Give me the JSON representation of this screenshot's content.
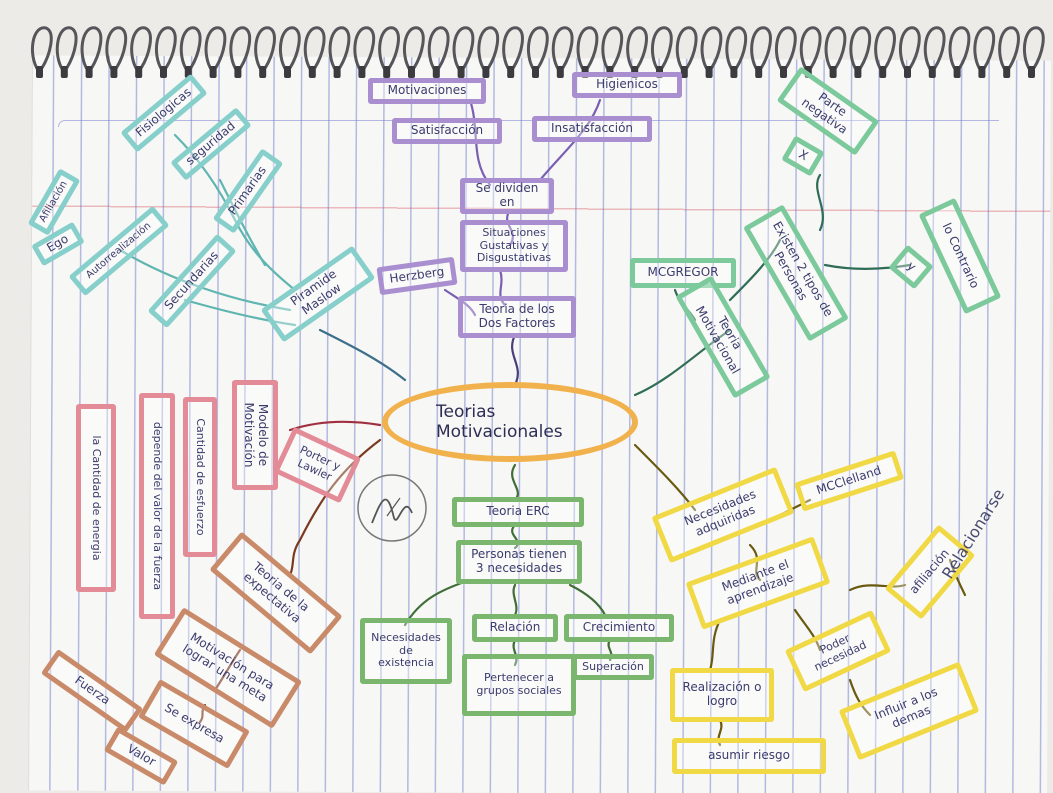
{
  "map": {
    "center": {
      "line1": "Teorias",
      "line2": "Motivacionales"
    },
    "herzberg": {
      "motivaciones": "Motivaciones",
      "higienicos": "Higienicos",
      "satisfaccion": "Satisfacción",
      "insatisfaccion": "Insatisfacción",
      "se_dividen": "Se dividen en",
      "situaciones": "Situaciones Gustativas y Disgustativas",
      "herzberg": "Herzberg",
      "teoria_dos": "Teoria de los Dos Factores"
    },
    "maslow": {
      "fisiologicas": "Fisiologicas",
      "seguridad": "seguridad",
      "afiliacion": "Afiliación",
      "ego": "Ego",
      "autorrealizacion": "Autorrealización",
      "primarias": "Primarias",
      "secundarias": "Secundarias",
      "piramide": "Piramide Maslow"
    },
    "mcgregor": {
      "parte_negativa": "Parte negativa",
      "x": "X",
      "lo_contrario": "lo Contrario",
      "y": "y",
      "mcgregor": "MCGREGOR",
      "teoria_motivacional": "Teoria Motivacional",
      "existen": "Existen 2 tipos de Personas"
    },
    "porter": {
      "energia": "la Cantidad de energia",
      "depende": "depende del valor de la fuerza",
      "esfuerzo": "Cantidad de esfuerzo",
      "modelo": "Modelo de Motivación",
      "porter": "Porter y Lawler"
    },
    "expectativa": {
      "teoria": "Teoria de la expectativa",
      "motivacion": "Motivación para lograr una meta",
      "se_expresa": "Se expresa",
      "fuerza": "Fuerza",
      "valor": "Valor"
    },
    "erc": {
      "teoria": "Teoria ERC",
      "personas": "Personas tienen 3 necesidades",
      "existencia": "Necesidades de existencia",
      "relacion": "Relación",
      "crecimiento": "Crecimiento",
      "pertenecer": "Pertenecer a grupos sociales",
      "superacion": "Superación"
    },
    "mcclelland": {
      "adquiridas": "Necesidades adquiridas",
      "mcclelland": "MCClelland",
      "aprendizaje": "Mediante el aprendizaje",
      "afiliacion": "afiliación",
      "relacionarse": "Relacionarse",
      "poder": "Poder necesidad",
      "realizacion": "Realización o logro",
      "riesgo": "asumir riesgo",
      "influir": "Influir a los demas"
    }
  },
  "colors": {
    "herzberg": "#a98fd0",
    "maslow": "#86cfcb",
    "mcgregor": "#7cc99c",
    "porter": "#e38c98",
    "expectativa": "#c98a6a",
    "erc": "#7bb66f",
    "mcclelland": "#f0d945",
    "center": "#f1b24d"
  }
}
